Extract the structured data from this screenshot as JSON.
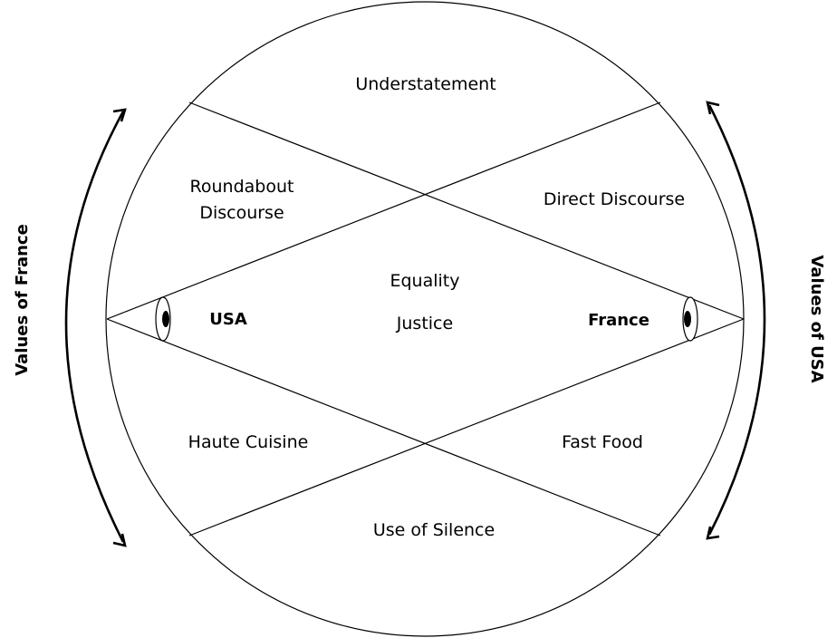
{
  "sections": {
    "top": "Understatement",
    "upper_left_line1": "Roundabout",
    "upper_left_line2": "Discourse",
    "upper_right": "Direct Discourse",
    "center_line1": "Equality",
    "center_line2": "Justice",
    "lower_left": "Haute Cuisine",
    "lower_right": "Fast Food",
    "bottom": "Use of Silence"
  },
  "viewpoints": {
    "left": "USA",
    "right": "France"
  },
  "side_labels": {
    "left": "Values of France",
    "right": "Values of USA"
  }
}
